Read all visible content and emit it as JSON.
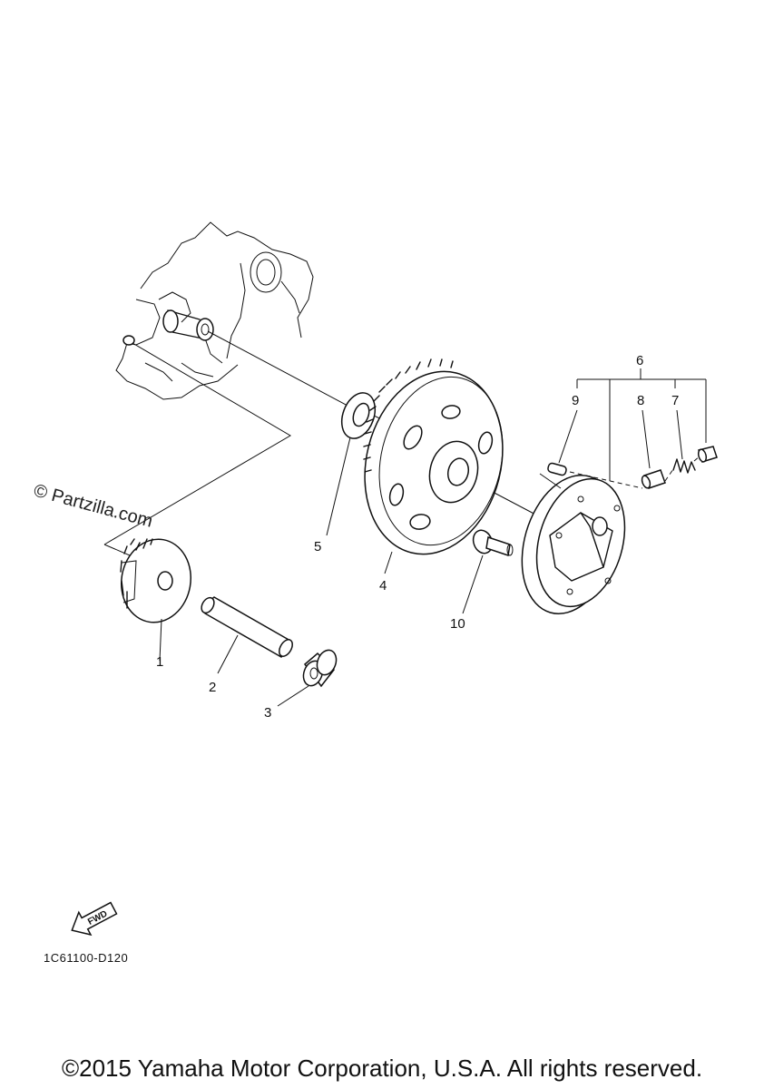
{
  "watermark": "© Partzilla.com",
  "diagram_code": "1C61100-D120",
  "fwd_label": "FWD",
  "copyright": "©2015 Yamaha Motor Corporation, U.S.A. All rights reserved.",
  "callouts": {
    "c1": "1",
    "c2": "2",
    "c3": "3",
    "c4": "4",
    "c5": "5",
    "c6": "6",
    "c7": "7",
    "c8": "8",
    "c9": "9",
    "c10": "10"
  }
}
